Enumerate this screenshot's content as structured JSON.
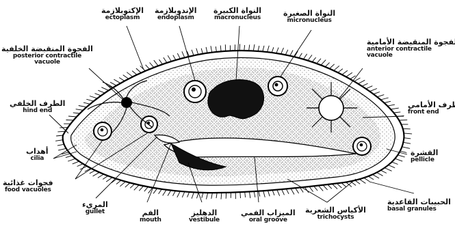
{
  "labels": {
    "ectoplasm": {
      "ar": "الإكتوبلازمة",
      "en": "ectoplasm"
    },
    "endoplasm": {
      "ar": "الإندوبلازمة",
      "en": "endoplasm"
    },
    "macronucleus": {
      "ar": "النواة الكبيرة",
      "en": "macronucleus"
    },
    "micronucleus": {
      "ar": "النواة الصغيرة",
      "en": "micronucleus"
    },
    "posterior_vacuole": {
      "ar": "الفجوة المنقبضة الخلفية",
      "en1": "posterior contractile",
      "en2": "vacuole"
    },
    "anterior_vacuole": {
      "ar": "الفجوة المنقبضة الأمامية",
      "en1": "anterior contractile",
      "en2": "vacuole"
    },
    "hind_end": {
      "ar": "الطرف الخلفي",
      "en": "hind end"
    },
    "front_end": {
      "ar": "الطرف الأمامي",
      "en": "front end"
    },
    "cilia": {
      "ar": "أهداب",
      "en": "cilia"
    },
    "pellicle": {
      "ar": "القشرة",
      "en": "pellicle"
    },
    "food_vacuoles": {
      "ar": "فجوات غذائية",
      "en": "food vacuoles"
    },
    "basal_granules": {
      "ar": "الحبيبات القاعدية",
      "en": "basal granules"
    },
    "gullet": {
      "ar": "المريء",
      "en": "gullet"
    },
    "mouth": {
      "ar": "الفم",
      "en": "mouth"
    },
    "vestibule": {
      "ar": "الدهليز",
      "en": "vestibule"
    },
    "oral_groove": {
      "ar": "الميزاب الفمي",
      "en": "oral groove"
    },
    "trichocysts": {
      "ar": "الأكياس الشعرية",
      "en": "trichocysts"
    }
  }
}
